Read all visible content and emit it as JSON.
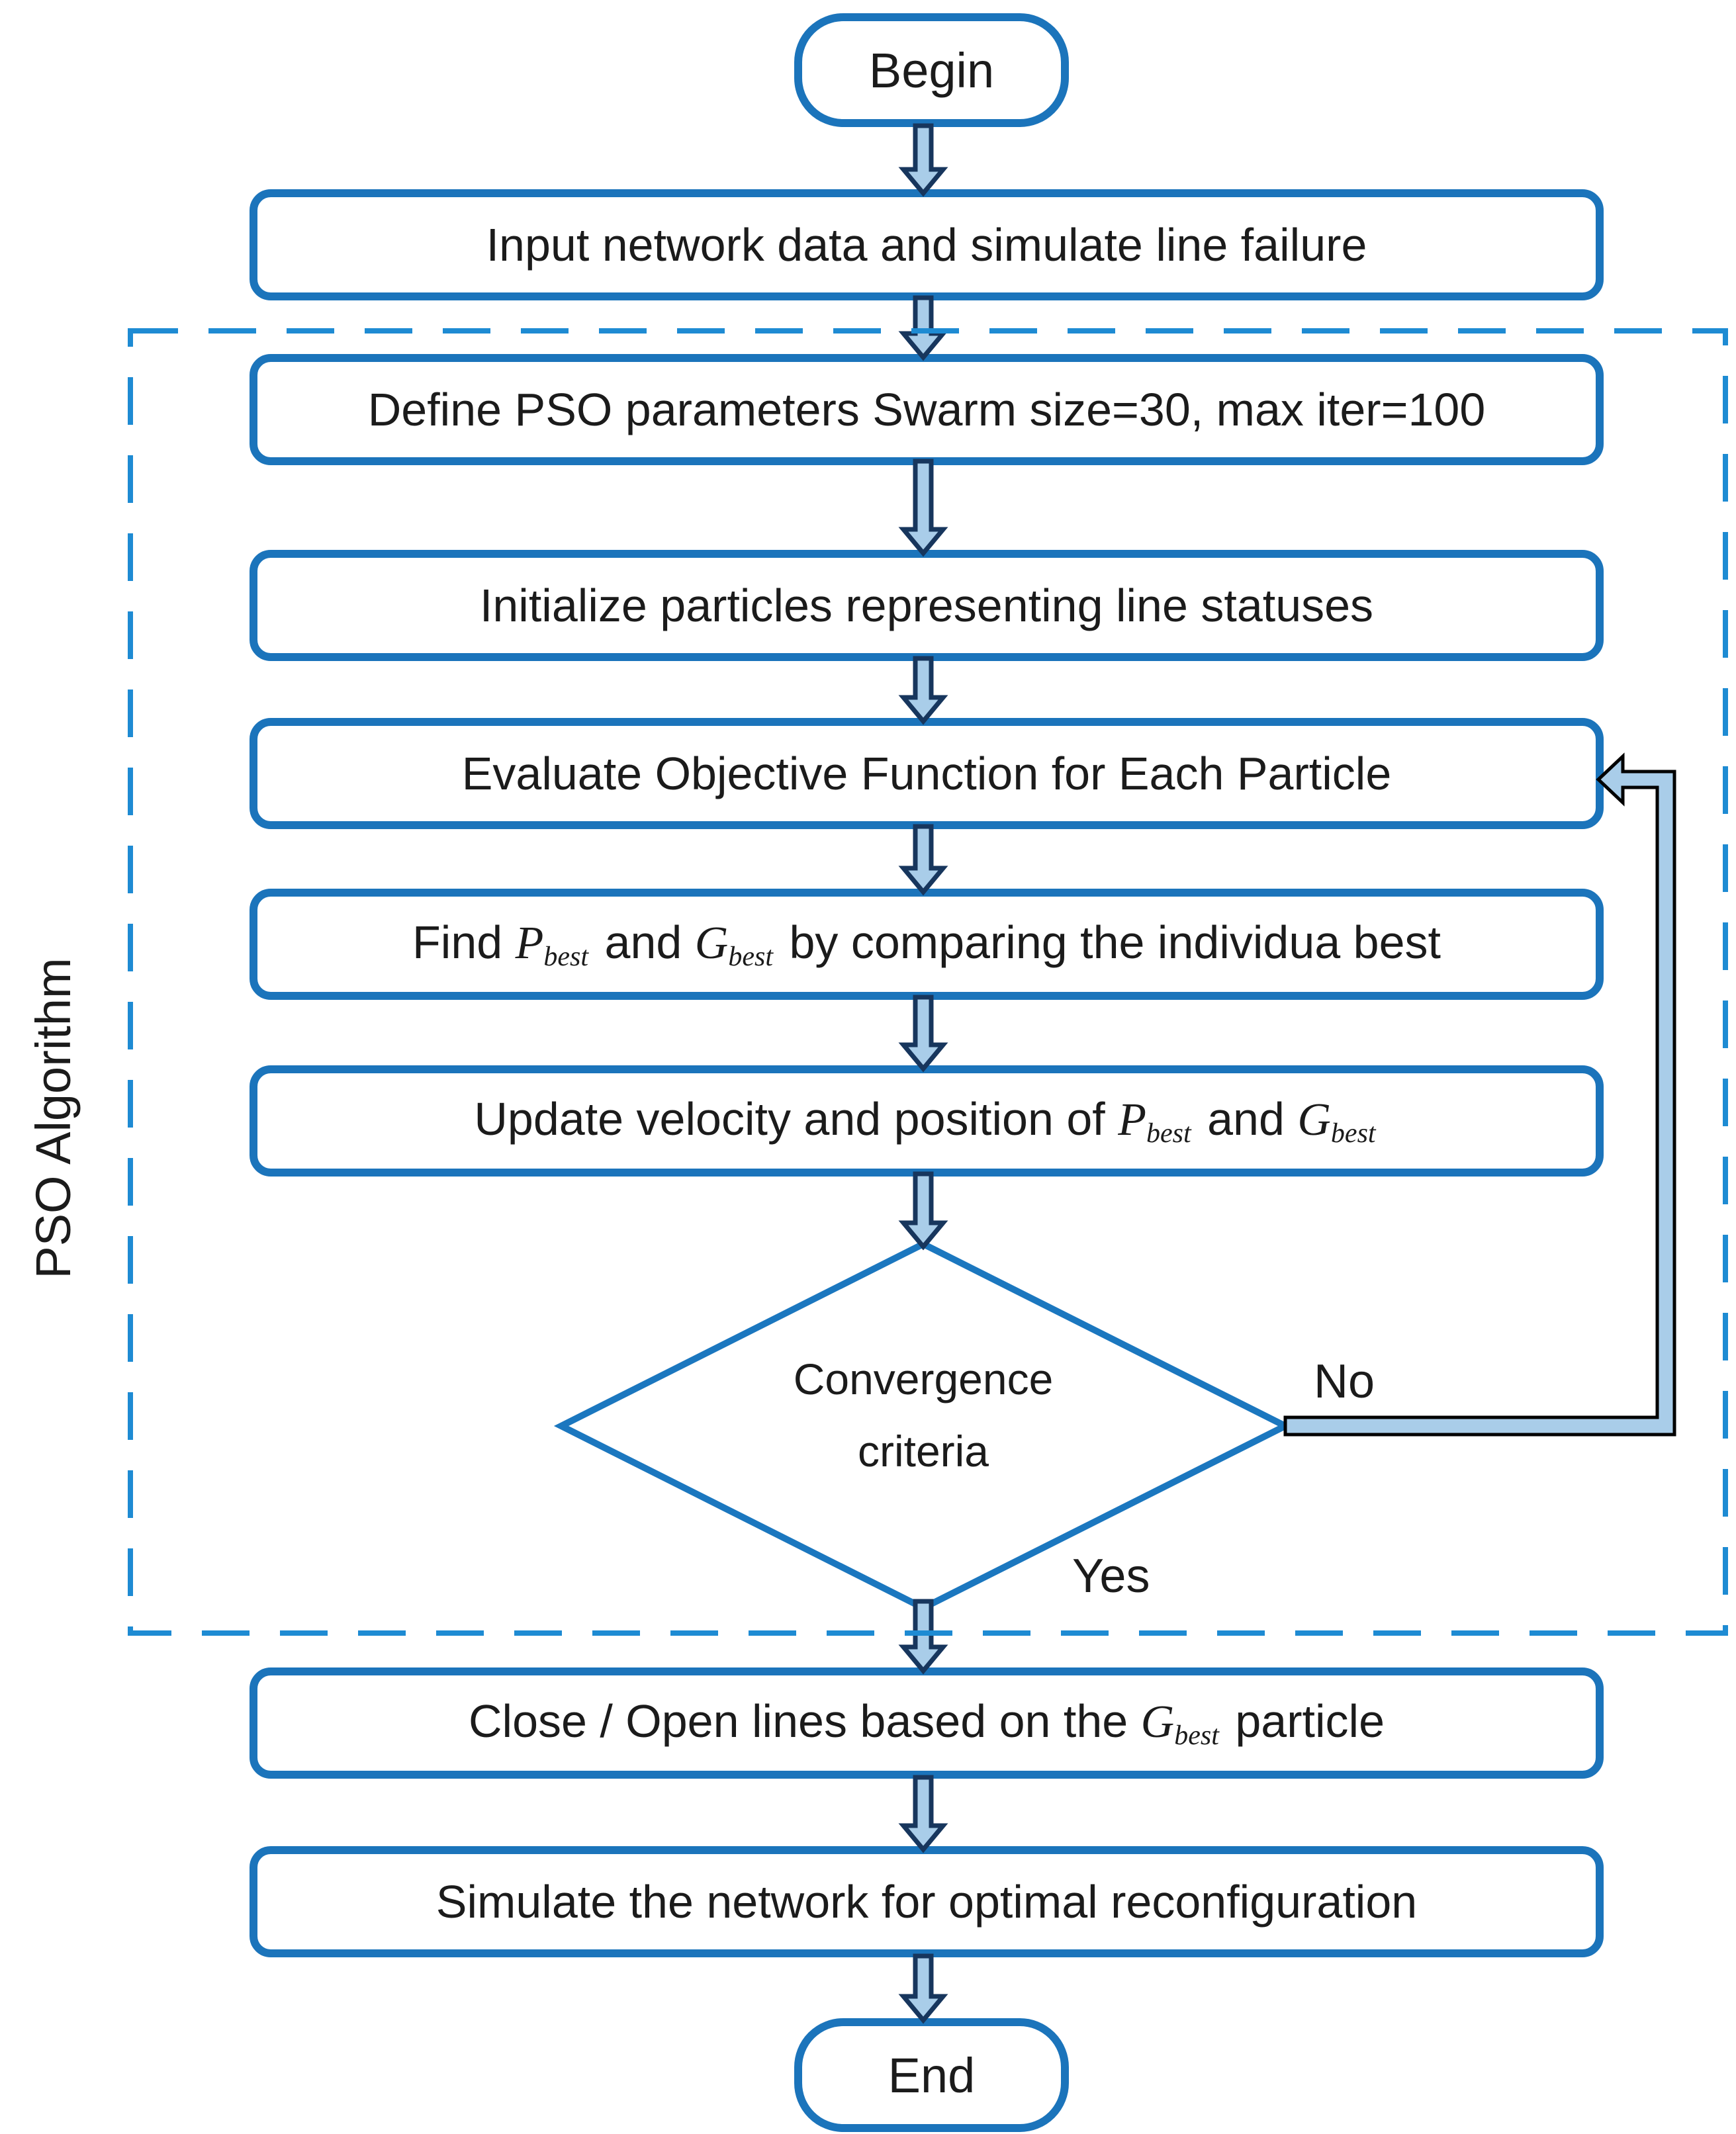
{
  "diagram": {
    "title": "PSO reconfiguration flowchart",
    "container": {
      "label": "PSO Algorithm"
    },
    "nodes": {
      "begin": {
        "label": "Begin"
      },
      "input": {
        "label": "Input network data and simulate line failure"
      },
      "define": {
        "label": "Define PSO parameters Swarm size=30, max iter=100"
      },
      "init": {
        "label": "Initialize particles representing line statuses"
      },
      "evaluate": {
        "label": "Evaluate Objective Function for Each Particle"
      },
      "find": {
        "pre": "Find ",
        "var1": "P",
        "sub1": "best",
        "mid": " and ",
        "var2": "G",
        "sub2": "best",
        "post": " by comparing the individua best"
      },
      "update": {
        "pre": "Update velocity and position of ",
        "var1": "P",
        "sub1": "best",
        "mid": " and ",
        "var2": "G",
        "sub2": "best",
        "post": ""
      },
      "decision": {
        "line1": "Convergence",
        "line2": "criteria"
      },
      "close_open": {
        "pre": "Close / Open lines based on the ",
        "var1": "G",
        "sub1": "best",
        "post": " particle"
      },
      "simulate": {
        "label": "Simulate the network for optimal reconfiguration"
      },
      "end": {
        "label": "End"
      }
    },
    "edge_labels": {
      "no": "No",
      "yes": "Yes"
    },
    "colors": {
      "node_border": "#1b74bb",
      "dashed_border": "#1e8bd3",
      "arrow_fill": "#a9cde9",
      "arrow_outline": "#17365d",
      "loop_outline": "#000000",
      "text": "#1b1b1b"
    }
  }
}
